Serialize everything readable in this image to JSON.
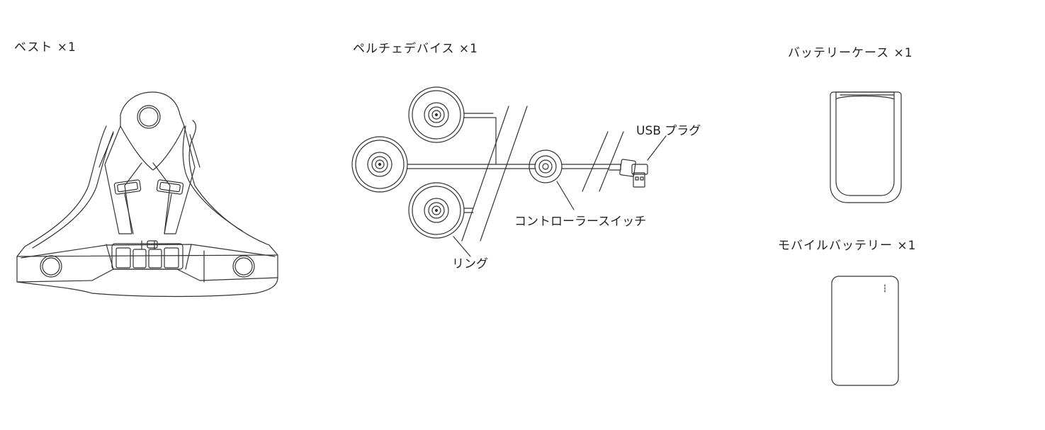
{
  "items": {
    "vest": "ベスト ×1",
    "peltier": "ペルチェデバイス ×1",
    "battery_case": "バッテリーケース ×1",
    "mobile_battery": "モバイルバッテリー ×1"
  },
  "callouts": {
    "usb_plug": "USB プラグ",
    "controller_switch": "コントローラースイッチ",
    "ring": "リング"
  }
}
